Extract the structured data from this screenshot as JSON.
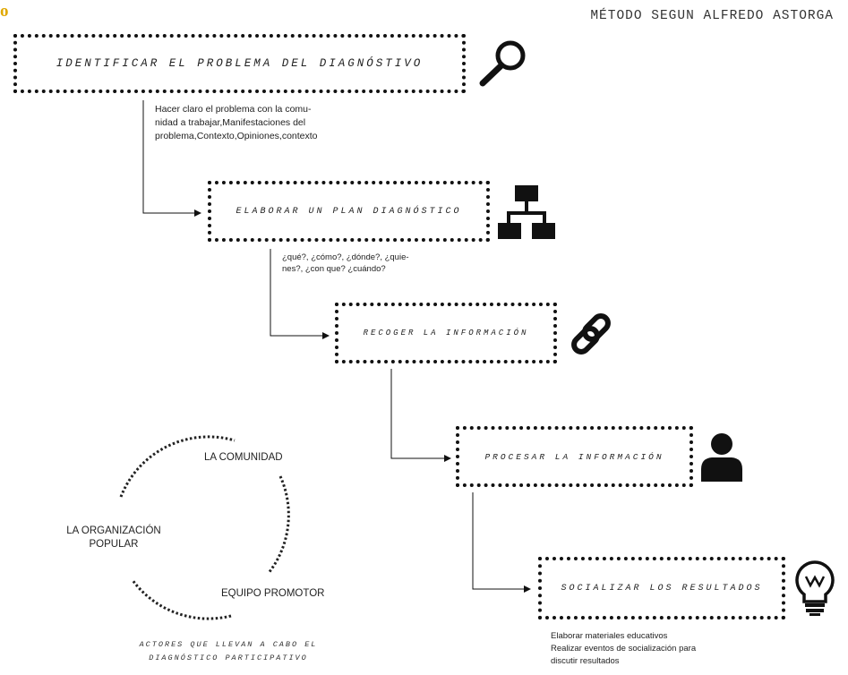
{
  "corner_mark": "o",
  "header": {
    "title": "MÉTODO SEGUN ALFREDO ASTORGA"
  },
  "steps": [
    {
      "label": "IDENTIFICAR EL PROBLEMA DEL DIAGNÓSTIVO",
      "icon": "magnifier-icon"
    },
    {
      "label": "ELABORAR UN PLAN DIAGNÓSTICO",
      "icon": "sitemap-icon"
    },
    {
      "label": "RECOGER LA INFORMACIÓN",
      "icon": "chain-link-icon"
    },
    {
      "label": "PROCESAR LA INFORMACIÓN",
      "icon": "user-icon"
    },
    {
      "label": "SOCIALIZAR LOS RESULTADOS",
      "icon": "lightbulb-icon"
    }
  ],
  "notes": {
    "step1": [
      "Hacer claro el problema con la comu-",
      "nidad a trabajar,Manifestaciones del",
      "problema,Contexto,Opiniones,contexto"
    ],
    "step2": [
      "¿qué?, ¿cómo?, ¿dónde?, ¿quie-",
      "nes?, ¿con que? ¿cuándo?"
    ],
    "step5": [
      "Elaborar materiales educativos",
      "Realizar eventos de socialización para",
      "discutir resultados"
    ]
  },
  "actors": {
    "items": [
      "LA COMUNIDAD",
      "LA ORGANIZACIÓN POPULAR",
      "EQUIPO PROMOTOR"
    ],
    "caption_lines": [
      "ACTORES QUE LLEVAN A CABO EL",
      "DIAGNÓSTICO PARTICIPATIVO"
    ]
  }
}
